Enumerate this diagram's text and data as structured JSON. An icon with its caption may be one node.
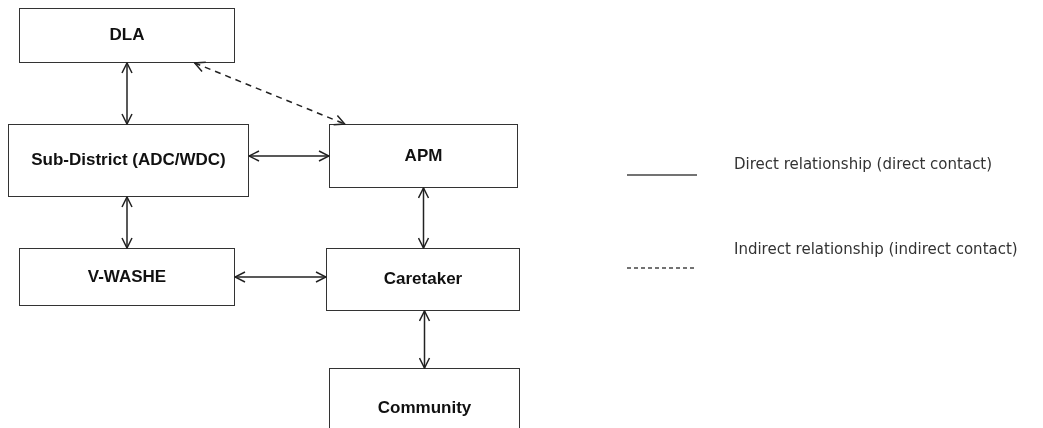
{
  "diagram": {
    "nodes": [
      {
        "text": [
          "DLA"
        ]
      },
      {
        "text": [
          "Sub-District (ADC/WDC)"
        ]
      },
      {
        "text": [
          "APM"
        ]
      },
      {
        "text": [
          "V-WASHE"
        ]
      },
      {
        "text": [
          "Caretaker"
        ]
      },
      {
        "text": [
          "Community"
        ]
      }
    ],
    "edges": [
      {
        "from": 0,
        "to": 1,
        "arrow": "both"
      },
      {
        "from": 1,
        "to": 2,
        "arrow": "both"
      },
      {
        "from": 1,
        "to": 3,
        "arrow": "both"
      },
      {
        "from": 2,
        "to": 4,
        "arrow": "both"
      },
      {
        "from": 3,
        "to": 4,
        "arrow": "both"
      },
      {
        "from": 4,
        "to": 5,
        "arrow": "both"
      },
      {
        "from": 0,
        "to": 2,
        "arrow": "both",
        "style": "dashed"
      }
    ],
    "legend": [
      {
        "text": "Direct relationship (direct contact)"
      },
      {
        "text": "Indirect relationship (indirect contact)"
      }
    ]
  }
}
